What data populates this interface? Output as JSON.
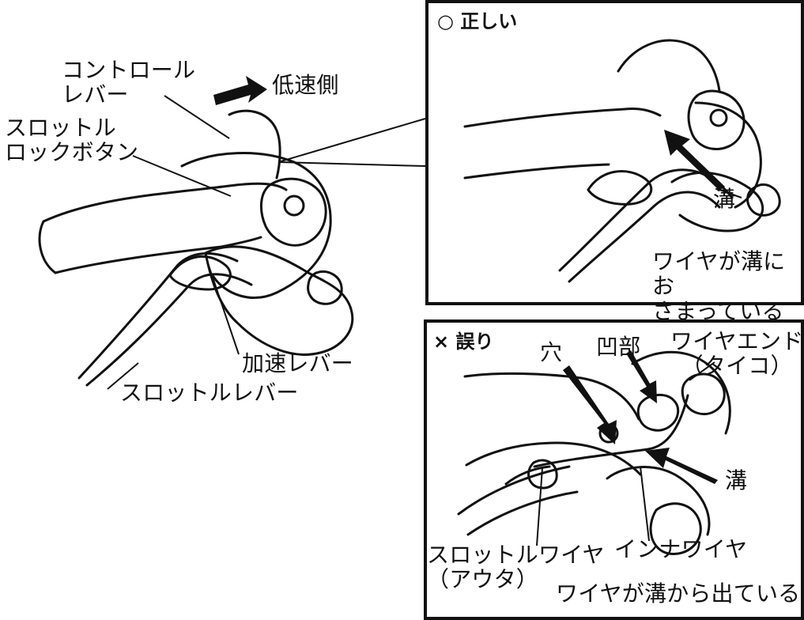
{
  "left": {
    "control_lever": "コントロール\nレバー",
    "low_speed_side": "低速側",
    "throttle_lock_button": "スロットル\nロックボタン",
    "acceleration_lever": "加速レバー",
    "throttle_lever": "スロットルレバー"
  },
  "correct_panel": {
    "title": "○ 正しい",
    "groove": "溝",
    "note": "ワイヤが溝にお\nさまっている"
  },
  "wrong_panel": {
    "title": "× 誤り",
    "hole": "穴",
    "recess": "凹部",
    "wire_end": "ワイヤエンド\n（タイコ）",
    "groove": "溝",
    "inner_wire": "インナワイヤ",
    "throttle_wire_outer": "スロットルワイヤ\n（アウタ）",
    "note": "ワイヤが溝から出ている"
  }
}
